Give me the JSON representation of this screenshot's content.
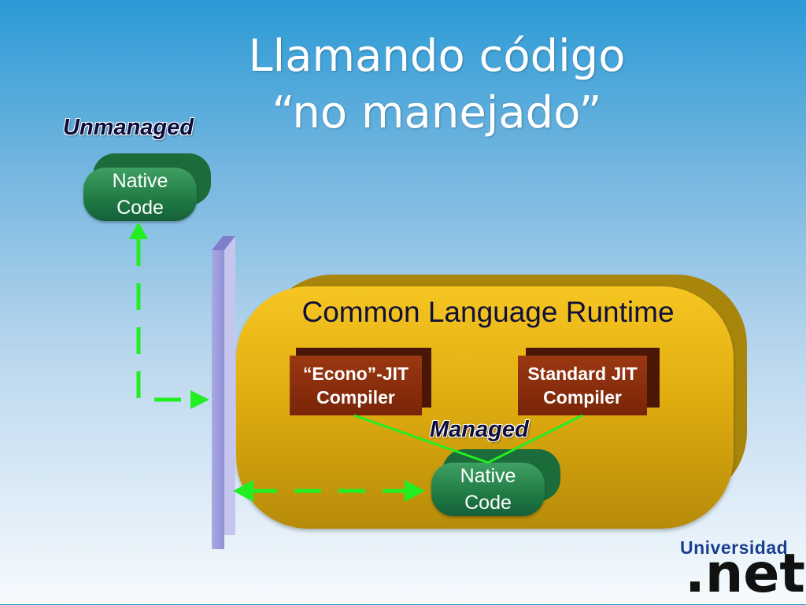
{
  "title": {
    "line1": "Llamando código",
    "line2": "“no manejado”"
  },
  "unmanaged": {
    "label": "Unmanaged",
    "native_code": {
      "line1": "Native",
      "line2": "Code"
    }
  },
  "clr": {
    "title": "Common Language Runtime",
    "econo_jit": {
      "line1": "“Econo”-JIT",
      "line2": "Compiler"
    },
    "standard_jit": {
      "line1": "Standard JIT",
      "line2": "Compiler"
    },
    "managed_label": "Managed",
    "native_code": {
      "line1": "Native",
      "line2": "Code"
    }
  },
  "logo": {
    "top": "Universidad",
    "bottom": ".net"
  },
  "colors": {
    "arrow": "#22ee22",
    "connector": "#22ee22",
    "clr_fill": "#e8b417",
    "pill_fill": "#1f7a43",
    "compiler_fill": "#8a2e0d",
    "wall": "#a9a9e4"
  }
}
